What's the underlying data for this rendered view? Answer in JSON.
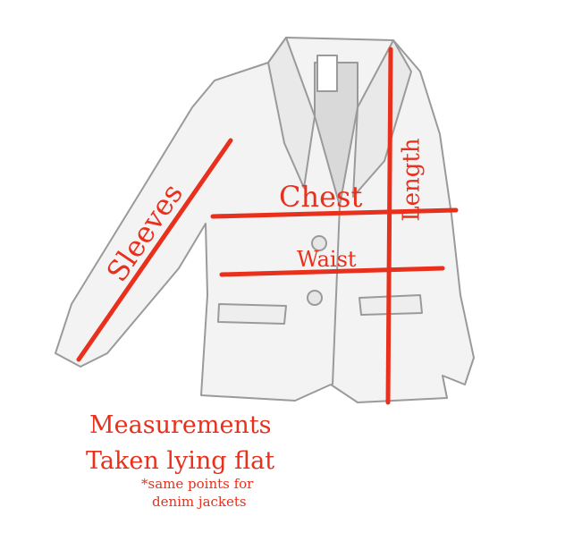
{
  "colors": {
    "accent": "#e8301c",
    "sketch": "#9a9a9a"
  },
  "labels": {
    "sleeves": "Sleeves",
    "chest": "Chest",
    "waist": "Waist",
    "length": "Length"
  },
  "caption": {
    "line1": "Measurements",
    "line2": "Taken lying flat",
    "note1": "*same points for",
    "note2": "denim jackets"
  }
}
